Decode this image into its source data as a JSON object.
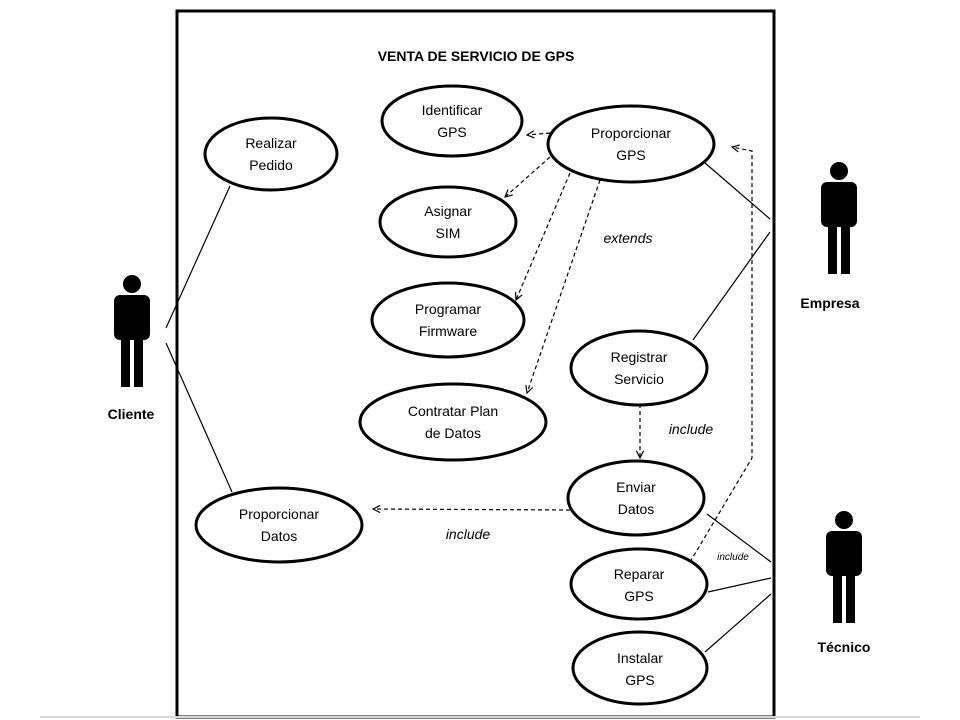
{
  "diagram": {
    "title": "VENTA DE SERVICIO  DE GPS",
    "actors": {
      "cliente": "Cliente",
      "empresa": "Empresa",
      "tecnico": "Técnico"
    },
    "use_cases": {
      "realizar_pedido": [
        "Realizar",
        "Pedido"
      ],
      "proporcionar_datos": [
        "Proporcionar",
        "Datos"
      ],
      "identificar_gps": [
        "Identificar",
        "GPS"
      ],
      "asignar_sim": [
        "Asignar",
        "SIM"
      ],
      "programar_firmware": [
        "Programar",
        "Firmware"
      ],
      "contratar_plan": [
        "Contratar Plan",
        "de Datos"
      ],
      "proporcionar_gps": [
        "Proporcionar",
        "GPS"
      ],
      "registrar_servicio": [
        "Registrar",
        "Servicio"
      ],
      "enviar_datos": [
        "Enviar",
        "Datos"
      ],
      "reparar_gps": [
        "Reparar",
        "GPS"
      ],
      "instalar_gps": [
        "Instalar",
        "GPS"
      ]
    },
    "labels": {
      "extends": "extends",
      "include_registrar": "include",
      "include_enviar": "include",
      "include_reparar": "include"
    }
  }
}
